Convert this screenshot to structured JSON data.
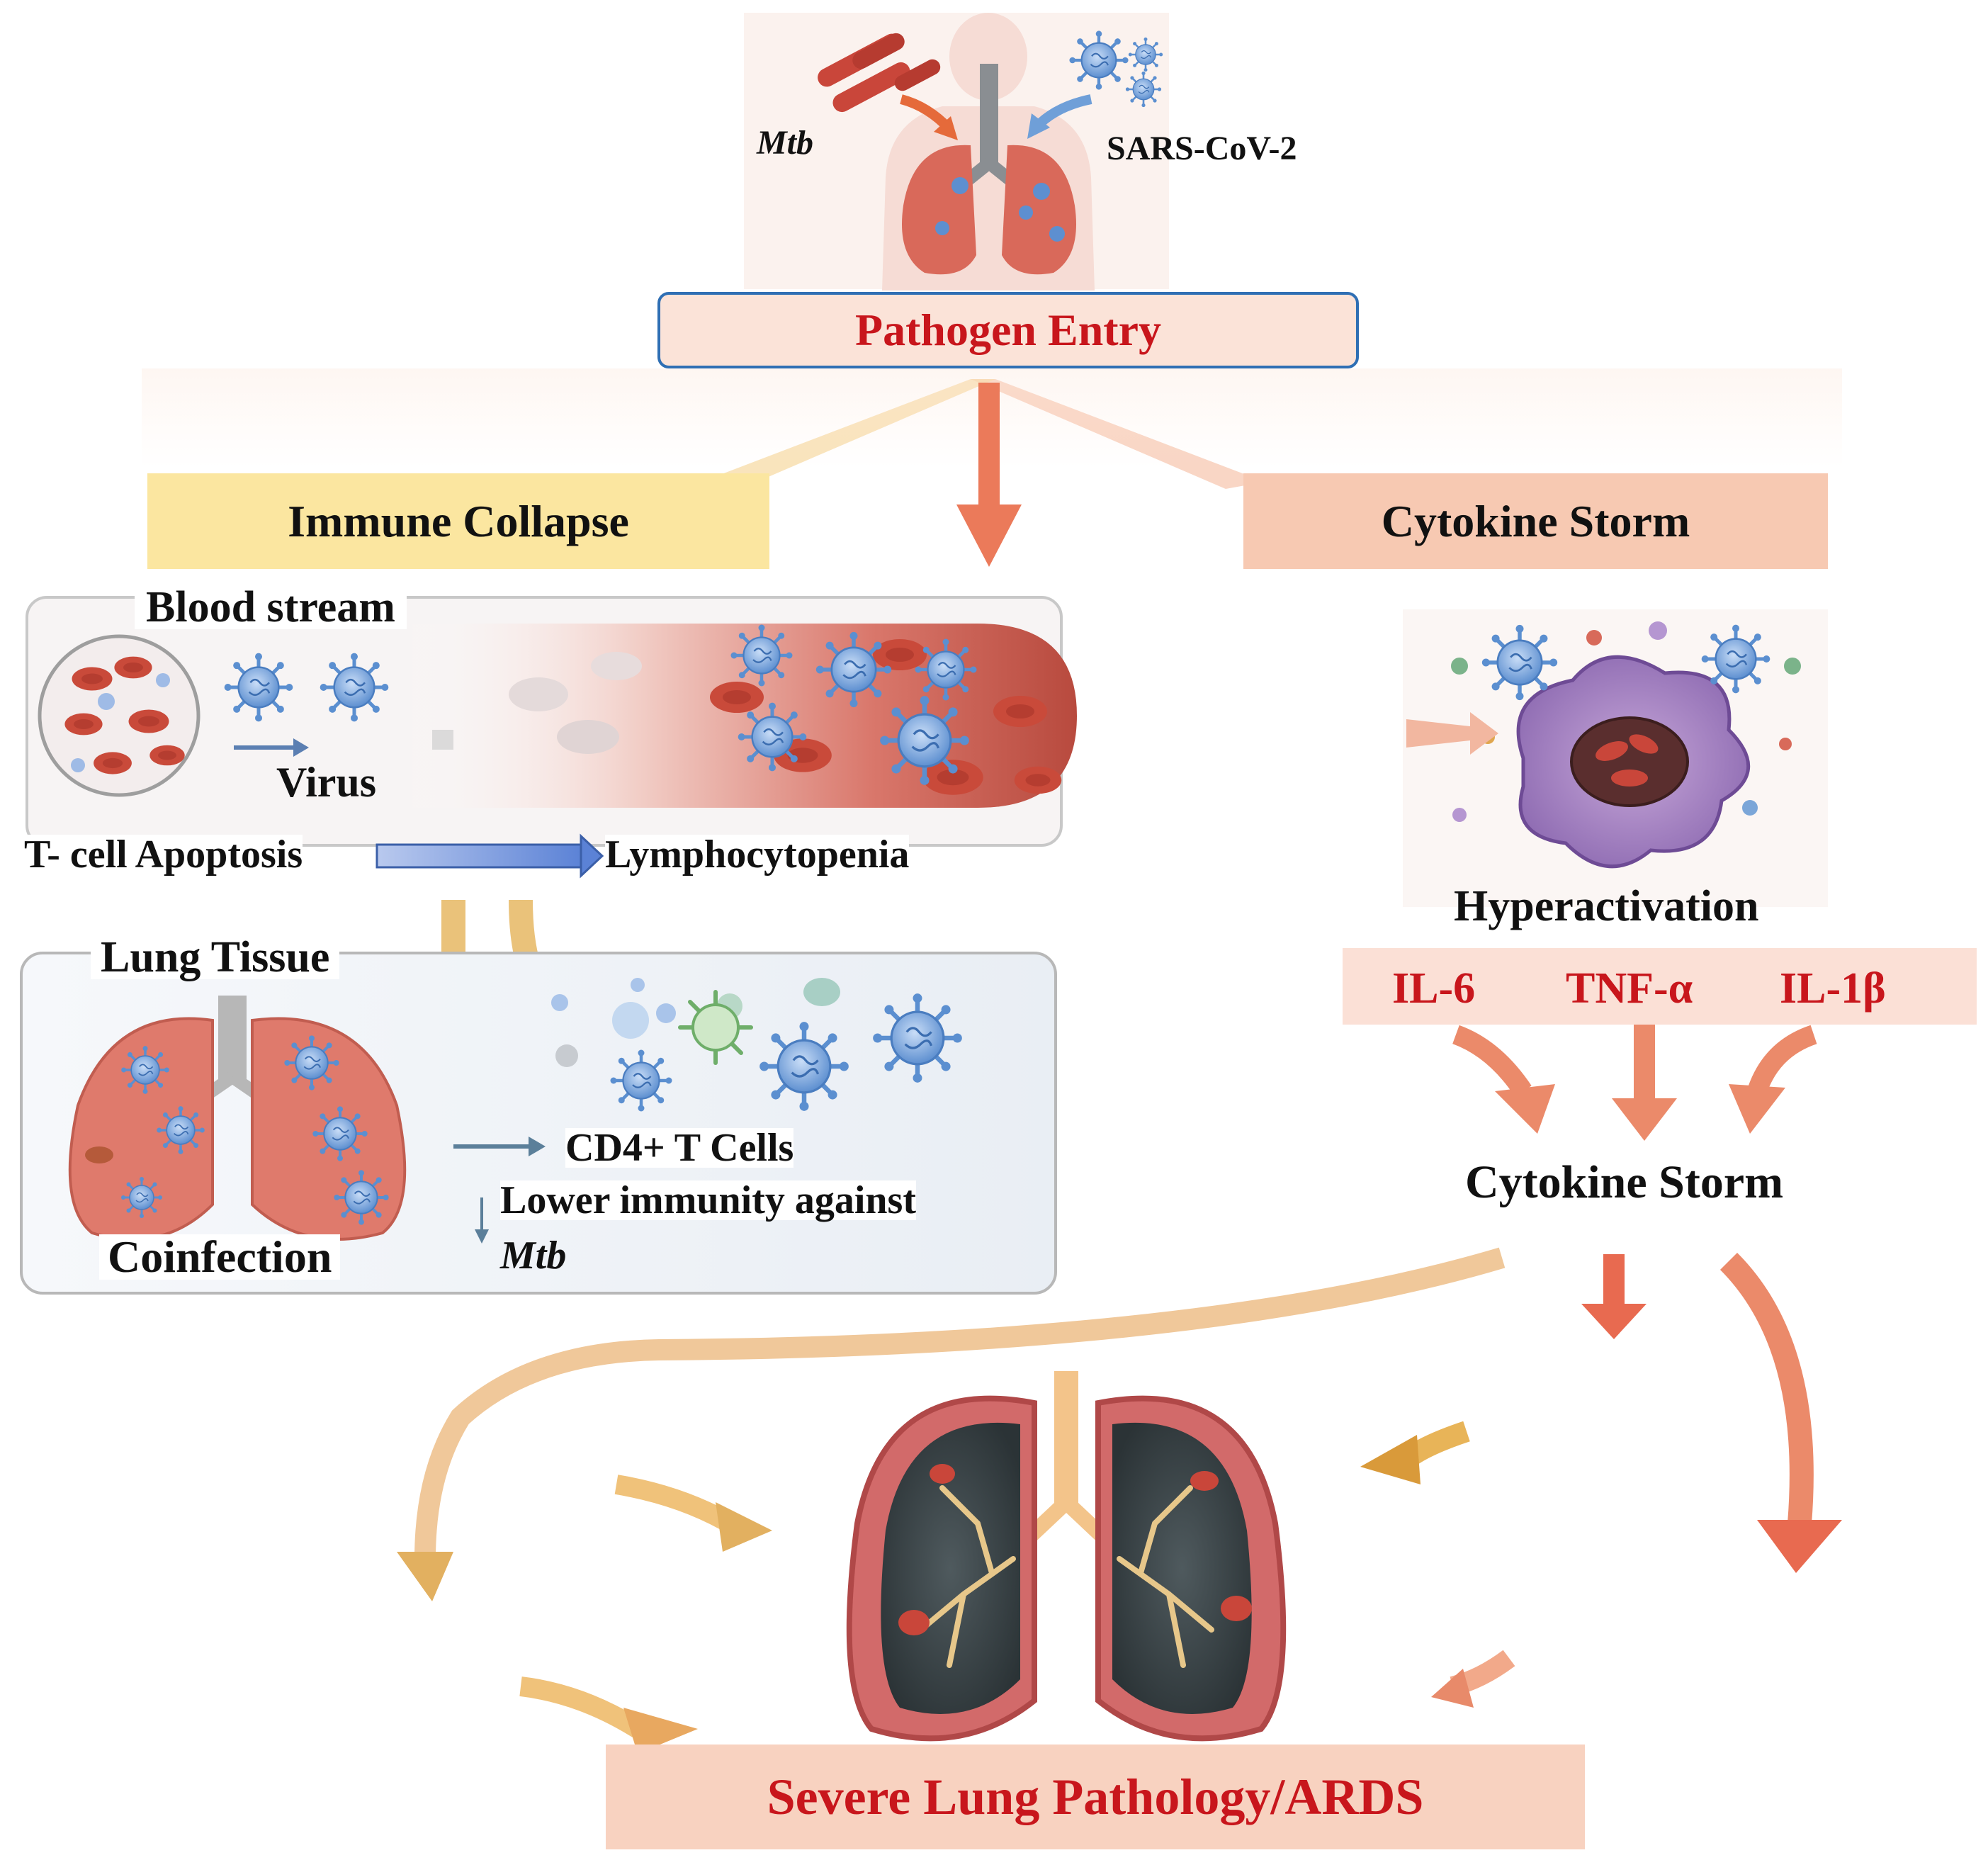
{
  "top": {
    "mtb_label": "Mtb",
    "sars_label": "SARS-CoV-2",
    "entry_label": "Pathogen Entry"
  },
  "left": {
    "header": "Immune  Collapse",
    "blood_title": "Blood stream",
    "virus_label": "Virus",
    "apoptosis_label": "T- cell Apoptosis",
    "lymphocytopenia_label": "Lymphocytopenia",
    "lung_title": "Lung Tissue",
    "cd4_label": "CD4+ T Cells",
    "lower_immunity_label": "Lower immunity  against",
    "mtb_label": "Mtb",
    "coinfection_label": "Coinfection"
  },
  "right": {
    "header": "Cytokine  Storm",
    "hyperactivation_label": "Hyperactivation",
    "cytokines": [
      "IL-6",
      "TNF-α",
      "IL-1β"
    ],
    "storm_label": "Cytokine  Storm"
  },
  "bottom": {
    "outcome_label": "Severe Lung Pathology/ARDS"
  },
  "colors": {
    "accent_red": "#c8161c",
    "immune_yellow": "#fbe6a0",
    "cytokine_peach": "#f7c9b2",
    "arrow_orange": "#eb7a5a",
    "arrow_gold": "#e8b458",
    "entry_box_fill": "#fbe3d8",
    "entry_box_border": "#2f6fb4"
  },
  "icons": [
    "bacteria-icon",
    "virus-icon",
    "human-respiratory-icon",
    "blood-vessel-icon",
    "blood-cell-icon",
    "lung-icon",
    "macrophage-icon",
    "damaged-lungs-icon"
  ]
}
